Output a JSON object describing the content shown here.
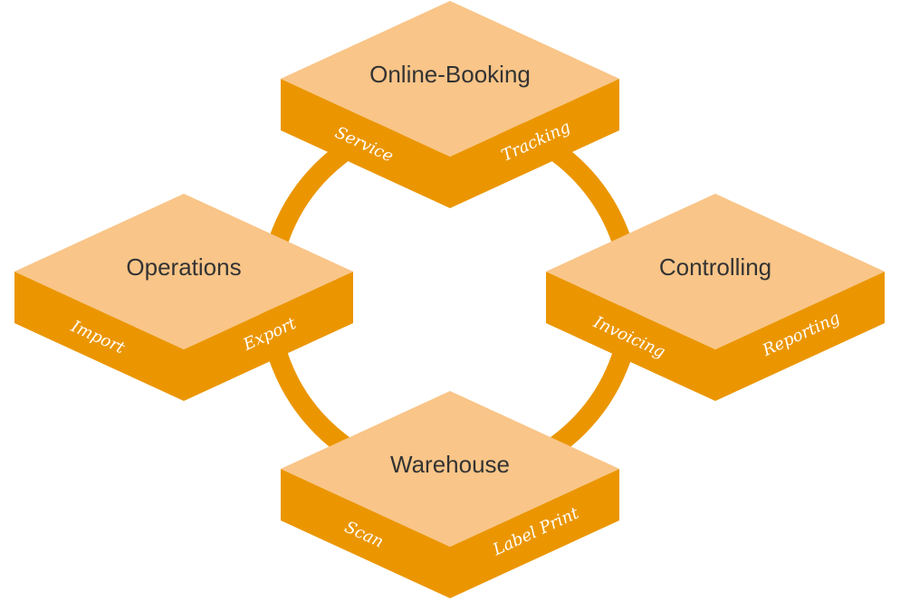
{
  "colors": {
    "top_face": "#F9C588",
    "side_face": "#EB9600",
    "ring": "#EB9600",
    "title_text": "#333333",
    "side_text": "#FFFFFF"
  },
  "diagram": {
    "type": "isometric-cycle",
    "ring": {
      "label": ""
    },
    "blocks": [
      {
        "id": "online-booking",
        "title": "Online-Booking",
        "left_face": "Service",
        "right_face": "Tracking",
        "position": "top"
      },
      {
        "id": "operations",
        "title": "Operations",
        "left_face": "Import",
        "right_face": "Export",
        "position": "left"
      },
      {
        "id": "controlling",
        "title": "Controlling",
        "left_face": "Invoicing",
        "right_face": "Reporting",
        "position": "right"
      },
      {
        "id": "warehouse",
        "title": "Warehouse",
        "left_face": "Scan",
        "right_face": "Label Print",
        "position": "bottom"
      }
    ]
  }
}
